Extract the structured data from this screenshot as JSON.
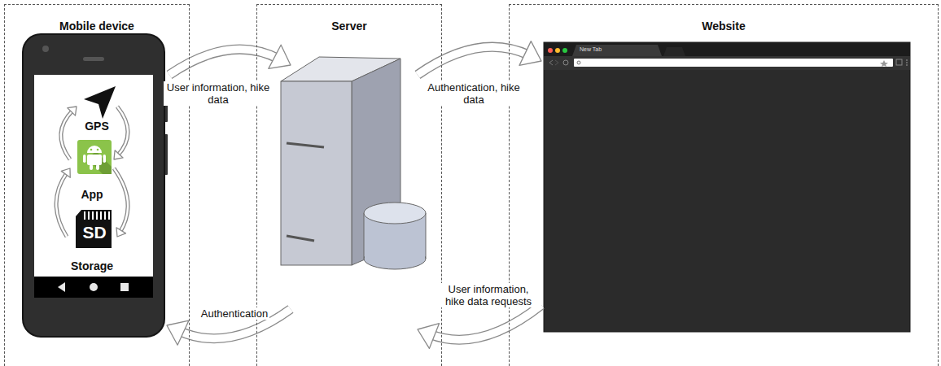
{
  "diagram": {
    "nodes": [
      {
        "text": [
          "Mobile device"
        ]
      },
      {
        "text": [
          "Server"
        ]
      },
      {
        "text": [
          "Website"
        ]
      },
      {
        "text": [
          "GPS"
        ],
        "in": 0
      },
      {
        "text": [
          "App"
        ],
        "in": 0
      },
      {
        "text": [
          "Storage"
        ],
        "in": 0
      }
    ],
    "edges": [
      {
        "from": 0,
        "to": 1,
        "label": "User information, hike data",
        "arrow": "to"
      },
      {
        "from": 1,
        "to": 2,
        "label": "Authentication, hike data",
        "arrow": "to"
      },
      {
        "from": 2,
        "to": 1,
        "label": "User information, hike data requests",
        "arrow": "to"
      },
      {
        "from": 1,
        "to": 0,
        "label": "Authentication",
        "arrow": "to"
      },
      {
        "from": 3,
        "to": 4,
        "arrow": "to"
      },
      {
        "from": 4,
        "to": 5,
        "arrow": "to"
      },
      {
        "from": 5,
        "to": 4,
        "arrow": "to"
      },
      {
        "from": 4,
        "to": 3,
        "arrow": "to"
      }
    ],
    "labels": [
      "SD",
      "New Tab"
    ]
  }
}
